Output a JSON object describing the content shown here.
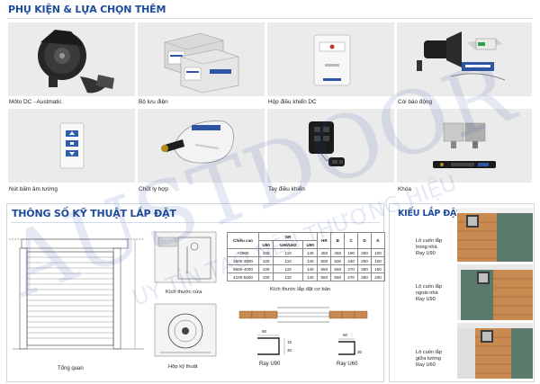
{
  "accessories": {
    "title": "PHỤ KIỆN & LỰA CHỌN THÊM",
    "items": [
      {
        "label": "Môto DC - Austmatic",
        "icon": "dc-motor-icon"
      },
      {
        "label": "Bộ lưu điện",
        "icon": "ups-box-icon"
      },
      {
        "label": "Hộp điều khiển DC",
        "icon": "control-box-icon"
      },
      {
        "label": "Còi báo động",
        "icon": "alarm-siren-icon"
      },
      {
        "label": "Nút bấm âm tường",
        "icon": "wall-button-icon"
      },
      {
        "label": "Chốt ly hợp",
        "icon": "clutch-lock-icon"
      },
      {
        "label": "Tay điều khiển",
        "icon": "remote-control-icon"
      },
      {
        "label": "Khóa",
        "icon": "lock-icon"
      }
    ]
  },
  "specs": {
    "title": "THÔNG SỐ KỸ THUẬT LẮP ĐẶT",
    "table": {
      "header_top": [
        "Chiều cao",
        "SR",
        "",
        "",
        "HR",
        "B",
        "C",
        "D",
        "K"
      ],
      "header_sub": [
        "U50",
        "U60/U62",
        "U90"
      ],
      "rows": [
        [
          "<2500",
          "100",
          "110",
          "140",
          "450",
          "450",
          "190",
          "260",
          "100"
        ],
        [
          "2500-3500",
          "100",
          "110",
          "140",
          "500",
          "500",
          "240",
          "260",
          "100"
        ],
        [
          "3600-4000",
          "100",
          "110",
          "140",
          "550",
          "550",
          "270",
          "280",
          "150"
        ],
        [
          "4100-5500",
          "100",
          "110",
          "140",
          "550",
          "550",
          "270",
          "280",
          "200"
        ]
      ]
    },
    "table_caption": "Kích thước lắp đặt cơ bản",
    "overview_caption": "Tổng quan",
    "door_size_caption": "Kích thước cửa",
    "tech_box_caption": "Hộp kỹ thuật",
    "rail_u90": {
      "label": "Ray U90",
      "dims": [
        "90",
        "15",
        "30"
      ]
    },
    "rail_u60": {
      "label": "Ray U60",
      "dims": [
        "60",
        "30"
      ]
    }
  },
  "install": {
    "title": "KIỂU LẮP ĐẶT",
    "options": [
      {
        "lines": [
          "Lô cuốn lắp",
          "trong nhà",
          "Ray U90"
        ]
      },
      {
        "lines": [
          "Lô cuốn lắp",
          "ngoài nhà",
          "Ray U90"
        ]
      },
      {
        "lines": [
          "Lô cuốn lắp",
          "giữa tường",
          "Ray U60"
        ]
      }
    ]
  },
  "watermark": {
    "text": "AUSTDOOR",
    "subtext": "UY TÍN TẠO NÊN THƯƠNG HIỆU"
  },
  "colors": {
    "title_blue": "#1e4b9c",
    "tile_bg": "#ebebeb",
    "brick": "#c98a52"
  }
}
